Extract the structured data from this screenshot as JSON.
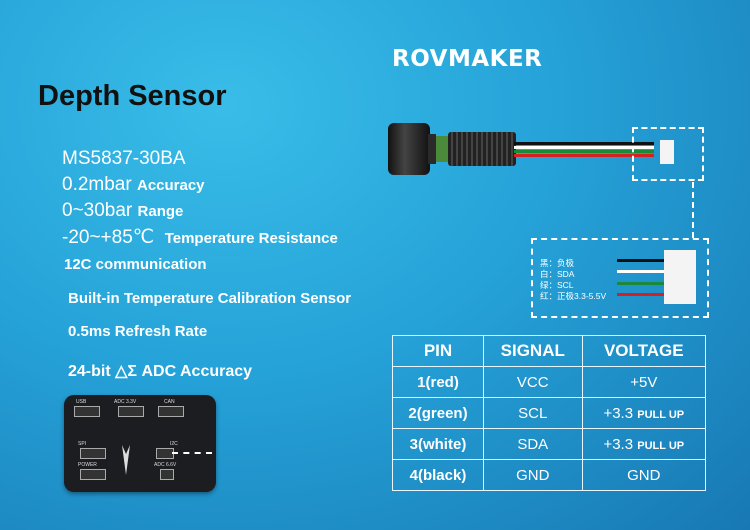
{
  "brand": "ROVMAKER",
  "title": "Depth Sensor",
  "specs": [
    {
      "value": "MS5837-30BA",
      "label": ""
    },
    {
      "value": "0.2mbar",
      "label": "Accuracy"
    },
    {
      "value": "0~30bar",
      "label": "Range"
    },
    {
      "value": "-20~+85℃",
      "label": "Temperature Resistance"
    }
  ],
  "features": [
    "12C communication",
    "Built-in Temperature Calibration Sensor",
    "0.5ms Refresh Rate",
    "24-bit △Σ ADC Accuracy"
  ],
  "wires": [
    "黑：负极",
    "白：SDA",
    "绿：SCL",
    "红：正极3.3-5.5V"
  ],
  "wire_colors": [
    "#111111",
    "#ffffff",
    "#1a8a3a",
    "#d42020"
  ],
  "board_labels": [
    "USB",
    "ADC 3.3V",
    "CAN",
    "SPI",
    "I2C",
    "POWER",
    "ADC 6.6V"
  ],
  "table": {
    "headers": [
      "PIN",
      "SIGNAL",
      "VOLTAGE"
    ],
    "rows": [
      {
        "pin": "1(red)",
        "signal": "VCC",
        "voltage": "+5V",
        "note": ""
      },
      {
        "pin": "2(green)",
        "signal": "SCL",
        "voltage": "+3.3",
        "note": "PULL UP"
      },
      {
        "pin": "3(white)",
        "signal": "SDA",
        "voltage": "+3.3",
        "note": "PULL UP"
      },
      {
        "pin": "4(black)",
        "signal": "GND",
        "voltage": "GND",
        "note": ""
      }
    ]
  }
}
